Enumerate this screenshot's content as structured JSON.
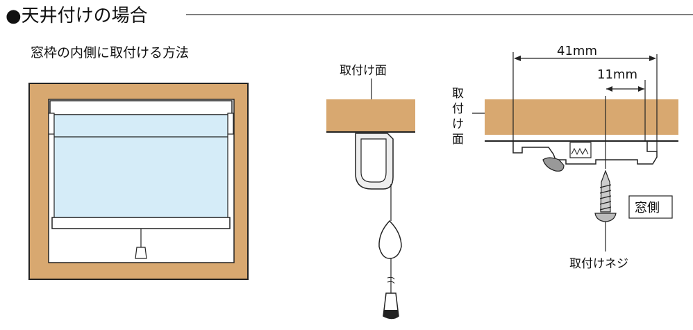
{
  "heading": "●天井付けの場合",
  "subheading": "窓枠の内側に取付ける方法",
  "middle": {
    "surface_label": "取付け面"
  },
  "right": {
    "surface_label_chars": [
      "取",
      "付",
      "け",
      "面"
    ],
    "dim_total": "41mm",
    "dim_screw": "11mm",
    "window_side_label": "窓側",
    "screw_label": "取付けネジ"
  },
  "colors": {
    "wood": "#d8a870",
    "fabric": "#d5ecf8",
    "line": "#222222"
  }
}
